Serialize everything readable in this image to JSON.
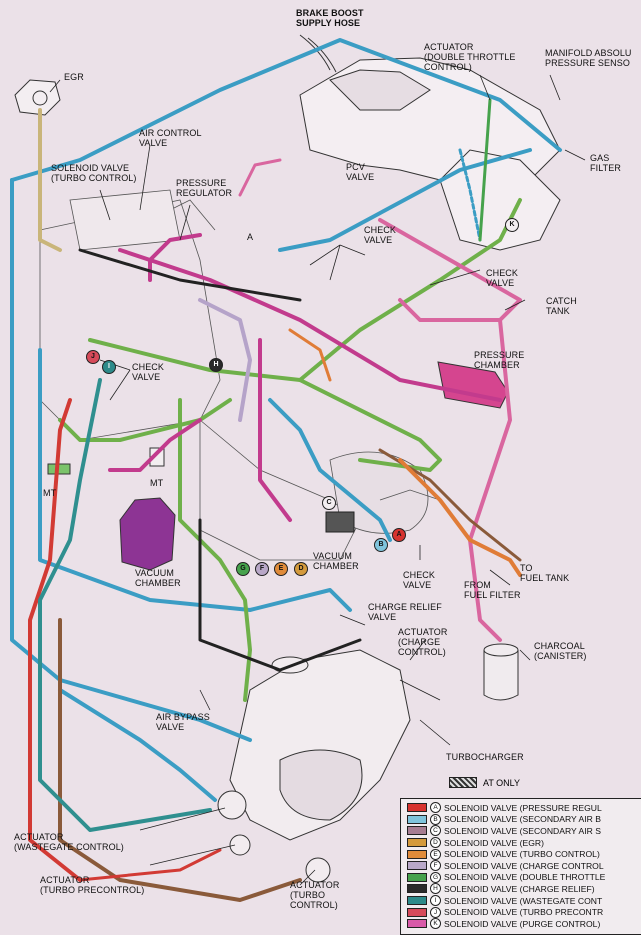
{
  "labels": {
    "brake_boost": [
      "BRAKE BOOST",
      "SUPPLY HOSE"
    ],
    "egr": [
      "EGR"
    ],
    "actuator_double": [
      "ACTUATOR",
      "(DOUBLE THROTTLE",
      "CONTROL)"
    ],
    "manifold_pressure": [
      "MANIFOLD ABSOLU",
      "PRESSURE SENSO"
    ],
    "air_control": [
      "AIR CONTROL",
      "VALVE"
    ],
    "solenoid_turbo": [
      "SOLENOID VALVE",
      "(TURBO CONTROL)"
    ],
    "pressure_regulator": [
      "PRESSURE",
      "REGULATOR"
    ],
    "pcv_valve": [
      "PCV",
      "VALVE"
    ],
    "gas_filter": [
      "GAS",
      "FILTER"
    ],
    "a_marker": [
      "A"
    ],
    "check_valve_1": [
      "CHECK",
      "VALVE"
    ],
    "check_valve_2": [
      "CHECK",
      "VALVE"
    ],
    "catch_tank": [
      "CATCH",
      "TANK"
    ],
    "check_valve_3": [
      "CHECK",
      "VALVE"
    ],
    "pressure_chamber": [
      "PRESSURE",
      "CHAMBER"
    ],
    "mt_1": [
      "MT"
    ],
    "mt_2": [
      "MT"
    ],
    "vacuum_chamber_1": [
      "VACUUM",
      "CHAMBER"
    ],
    "vacuum_chamber_2": [
      "VACUUM",
      "CHAMBER"
    ],
    "check_valve_4": [
      "CHECK",
      "VALVE"
    ],
    "to_fuel_tank": [
      "TO",
      "FUEL TANK"
    ],
    "from_fuel_filter": [
      "FROM",
      "FUEL FILTER"
    ],
    "charge_relief": [
      "CHARGE RELIEF",
      "VALVE"
    ],
    "actuator_charge": [
      "ACTUATOR",
      "(CHARGE",
      "CONTROL)"
    ],
    "charcoal": [
      "CHARCOAL",
      "(CANISTER)"
    ],
    "air_bypass": [
      "AIR BYPASS",
      "VALVE"
    ],
    "turbocharger": [
      "TURBOCHARGER"
    ],
    "actuator_wastegate": [
      "ACTUATOR",
      "(WASTEGATE CONTROL)"
    ],
    "actuator_precontrol": [
      "ACTUATOR",
      "(TURBO PRECONTROL)"
    ],
    "actuator_turbo": [
      "ACTUATOR",
      "(TURBO",
      "CONTROL)"
    ],
    "at_only": "AT ONLY"
  },
  "markers": [
    "A",
    "B",
    "C",
    "D",
    "E",
    "F",
    "G",
    "H",
    "I",
    "J",
    "K"
  ],
  "legend": [
    {
      "letter": "A",
      "color": "#d7332f",
      "text": "SOLENOID VALVE (PRESSURE REGUL"
    },
    {
      "letter": "B",
      "color": "#7fc4dc",
      "text": "SOLENOID VALVE (SECONDARY AIR B"
    },
    {
      "letter": "C",
      "color": "#a77d92",
      "text": "SOLENOID VALVE (SECONDARY AIR S"
    },
    {
      "letter": "D",
      "color": "#d49a3c",
      "text": "SOLENOID VALVE (EGR)"
    },
    {
      "letter": "E",
      "color": "#e08b3a",
      "text": "SOLENOID VALVE (TURBO CONTROL)"
    },
    {
      "letter": "F",
      "color": "#b9a8c8",
      "text": "SOLENOID VALVE (CHARGE CONTROL"
    },
    {
      "letter": "G",
      "color": "#46a24c",
      "text": "SOLENOID VALVE (DOUBLE THROTTLE"
    },
    {
      "letter": "H",
      "color": "#2a2a2a",
      "text": "SOLENOID VALVE (CHARGE RELIEF)"
    },
    {
      "letter": "I",
      "color": "#2d8a8a",
      "text": "SOLENOID VALVE (WASTEGATE CONT"
    },
    {
      "letter": "J",
      "color": "#d64a5a",
      "text": "SOLENOID VALVE (TURBO PRECONTR"
    },
    {
      "letter": "K",
      "color": "#d85aa8",
      "text": "SOLENOID VALVE (PURGE CONTROL)"
    }
  ],
  "colors": {
    "blue": "#3b9dc4",
    "green": "#6fb04a",
    "magenta": "#c23b8d",
    "pink": "#d9669f",
    "brown": "#8a5a3a",
    "orange": "#e07c37",
    "red": "#d23a34",
    "teal": "#2f8f8f",
    "black": "#222222",
    "lavender": "#b5a3c9",
    "purple": "#8a2f8f"
  }
}
